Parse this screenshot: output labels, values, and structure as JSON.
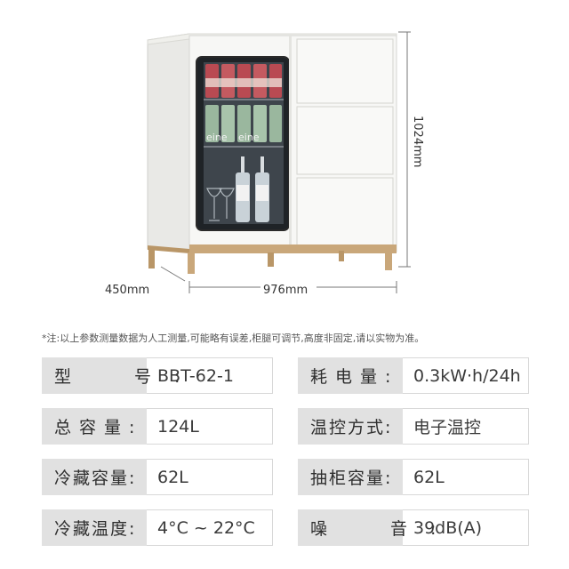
{
  "dimensions": {
    "height": "1024mm",
    "depth": "450mm",
    "width": "976mm"
  },
  "bottle_label_text": "eine",
  "note": "*注:以上参数测量数据为人工测量,可能略有误差,柜腿可调节,高度非固定,请以实物为准。",
  "specs": [
    [
      {
        "label": "型　号:",
        "value": "BBT-62-1",
        "style": "wide"
      },
      {
        "label": "耗电量:",
        "value": "0.3kW·h/24h",
        "style": "spaced"
      }
    ],
    [
      {
        "label": "总容量:",
        "value": "124L",
        "style": "spaced"
      },
      {
        "label": "温控方式:",
        "value": "电子温控",
        "style": "normal"
      }
    ],
    [
      {
        "label": "冷藏容量:",
        "value": "62L",
        "style": "normal"
      },
      {
        "label": "抽柜容量:",
        "value": "62L",
        "style": "normal"
      }
    ],
    [
      {
        "label": "冷藏温度:",
        "value": "4°C ~ 22°C",
        "style": "normal"
      },
      {
        "label": "噪　音:",
        "value": "39dB(A)",
        "style": "wide"
      }
    ]
  ],
  "colors": {
    "cabinet": "#f7f7f5",
    "frame": "#2a2a2a",
    "legs": "#c9a77a",
    "label_bg": "#e1e1e1"
  }
}
